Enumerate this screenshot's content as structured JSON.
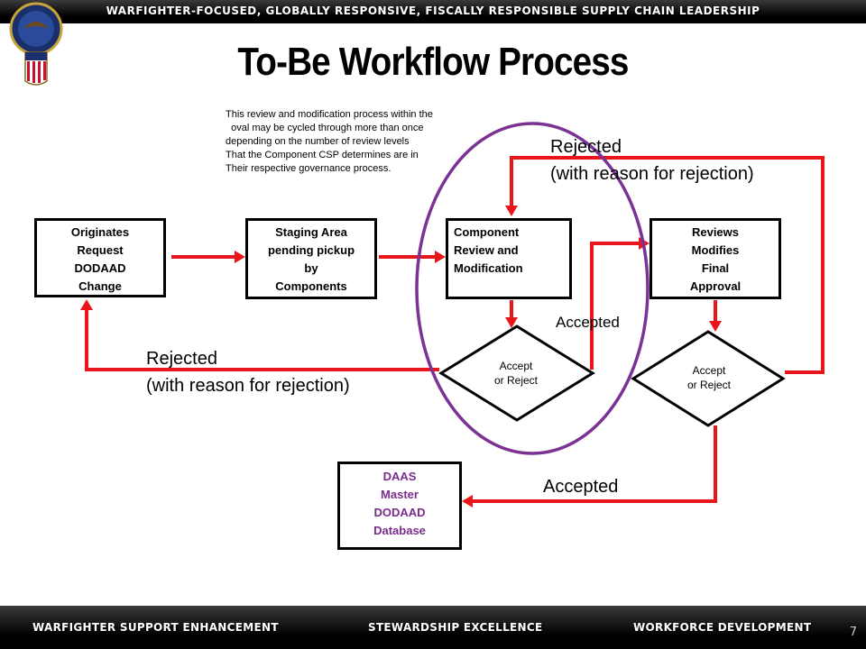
{
  "header": {
    "tagline": "WARFIGHTER-FOCUSED, GLOBALLY RESPONSIVE, FISCALLY RESPONSIBLE SUPPLY CHAIN LEADERSHIP"
  },
  "title": "To-Be  Workflow Process",
  "note_lines": [
    "This review and modification process within the",
    "  oval may be cycled through more than once",
    "depending on the number of review levels",
    "That the Component CSP determines are in",
    "Their respective governance process."
  ],
  "boxes": {
    "originate": [
      "Originates",
      "Request",
      "DODAAD",
      "Change"
    ],
    "staging": [
      "Staging Area",
      "pending  pickup",
      "by",
      "Components"
    ],
    "component": [
      "Component",
      "Review  and",
      "Modification"
    ],
    "reviews": [
      "Reviews",
      "Modifies",
      "Final",
      "Approval"
    ],
    "daas": [
      "DAAS",
      "Master",
      "DODAAD",
      "Database"
    ]
  },
  "decisions": {
    "component_decision": [
      "Accept",
      "or Reject"
    ],
    "final_decision": [
      "Accept",
      "or Reject"
    ]
  },
  "flow_labels": {
    "rejected_top": [
      "Rejected",
      "(with reason for rejection)"
    ],
    "rejected_bottom": [
      "Rejected",
      "(with reason for rejection)"
    ],
    "accepted_mid": "Accepted",
    "accepted_bottom": "Accepted"
  },
  "footer": {
    "pillars": [
      "WARFIGHTER SUPPORT ENHANCEMENT",
      "STEWARDSHIP EXCELLENCE",
      "WORKFORCE DEVELOPMENT"
    ],
    "page_number": "7"
  },
  "colors": {
    "arrow": "#e8151b",
    "oval": "#7b3294",
    "database_text": "#7a2c8c",
    "band": "#000000"
  }
}
